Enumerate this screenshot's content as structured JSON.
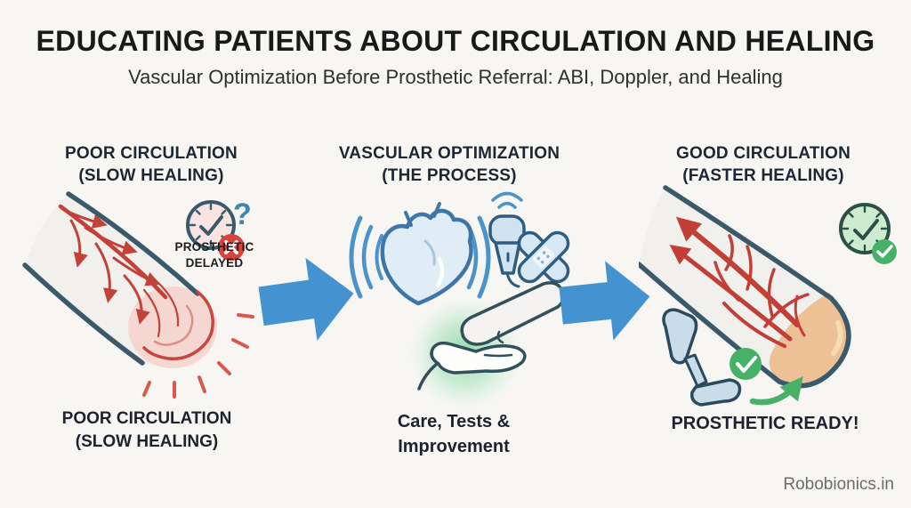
{
  "header": {
    "title": "EDUCATING PATIENTS ABOUT CIRCULATION AND HEALING",
    "subtitle": "Vascular Optimization Before Prosthetic Referral: ABI, Doppler, and Healing"
  },
  "panels": [
    {
      "id": "poor-circulation",
      "heading": "POOR CIRCULATION\n(SLOW HEALING)",
      "badge": "PROSTHETIC\nDELAYED",
      "caption": "POOR CIRCULATION\n(SLOW HEALING)",
      "illustration": "residual limb with chaotic red vessels, inflamed stump tip, delayed clock with red X and question mark"
    },
    {
      "id": "vascular-optimization",
      "heading": "VASCULAR OPTIMIZATION\n(THE PROCESS)",
      "caption": "Care, Tests &\nImprovement",
      "illustration": "heart with pulse waves, doppler ultrasound probe, crossed bandages, caring hands holding foot with green glow"
    },
    {
      "id": "good-circulation",
      "heading": "GOOD CIRCULATION\n(FASTER HEALING)",
      "caption": "PROSTHETIC READY!",
      "illustration": "residual limb with smooth red vessels, healed skin tip, green clock with checkmark, prosthetic leg approved"
    }
  ],
  "footer": {
    "watermark": "Robobionics.in"
  },
  "icons": {
    "question_mark": "?",
    "x_mark": "✕",
    "check_mark": "✓",
    "names": [
      "delayed-clock-icon",
      "x-badge-icon",
      "question-mark-icon",
      "heart-icon",
      "pulse-waves-icon",
      "doppler-probe-icon",
      "bandages-icon",
      "care-hands-icon",
      "green-glow",
      "ready-clock-icon",
      "check-badge-icon",
      "prosthetic-leg-icon",
      "approved-check-icon",
      "improvement-arrow-icon",
      "flow-arrow"
    ]
  },
  "colors": {
    "background": "#f7f6f3",
    "arrow_blue": "#4493d0",
    "outline_dark": "#3a5a6b",
    "vessel_red": "#c2423a",
    "alert_red": "#d8433a",
    "success_green": "#47b168",
    "tip_skin": "#eec096",
    "heart_blue": "#3e76a8",
    "icon_fill_blue": "#cfe3f1",
    "glow_green": "#7ed49c",
    "text_dark": "#1d2733",
    "watermark_gray": "#6b6b6b"
  }
}
